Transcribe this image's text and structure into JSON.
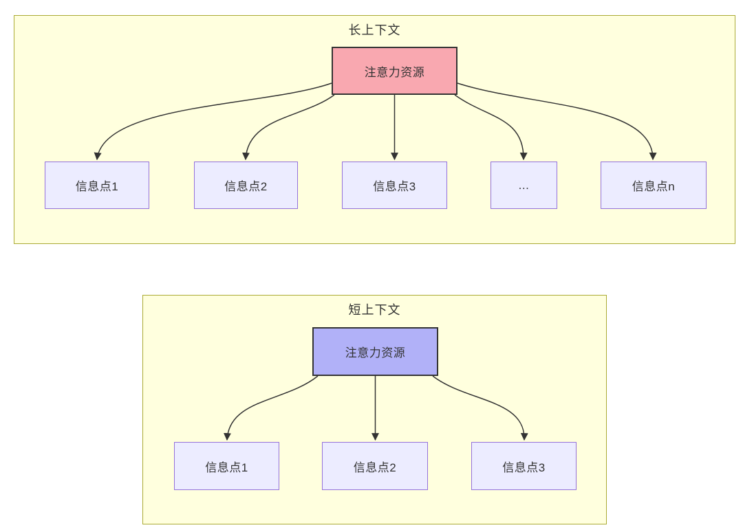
{
  "diagram": {
    "long_context": {
      "title": "长上下文",
      "attention_node": "注意力资源",
      "info_points": [
        "信息点1",
        "信息点2",
        "信息点3",
        "...",
        "信息点n"
      ]
    },
    "short_context": {
      "title": "短上下文",
      "attention_node": "注意力资源",
      "info_points": [
        "信息点1",
        "信息点2",
        "信息点3"
      ]
    }
  },
  "colors": {
    "panel_fill": "#ffffde",
    "panel_border": "#aaaa33",
    "long_attention_fill": "#f9a8b0",
    "short_attention_fill": "#b1b1f8",
    "info_node_fill": "#ececff",
    "info_node_border": "#9370db",
    "node_border": "#333333",
    "arrow": "#333333",
    "text": "#333333"
  }
}
